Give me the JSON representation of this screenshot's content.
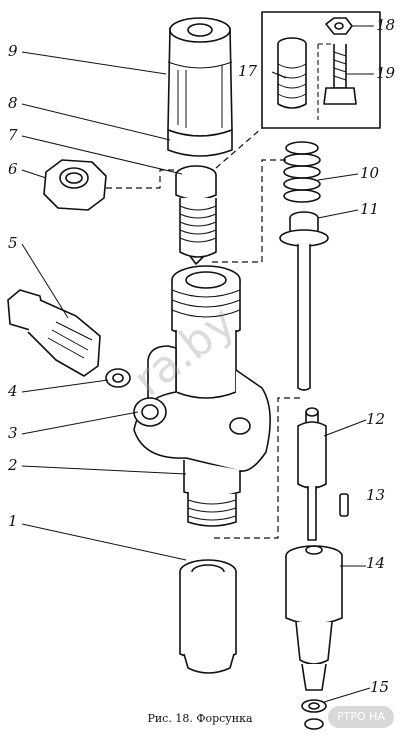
{
  "figure": {
    "caption": "Рис. 18. Форсунка",
    "watermark_text": "ra.by",
    "watermark_logo_text": "РТРО НА"
  },
  "callouts": {
    "c1": "1",
    "c2": "2",
    "c3": "3",
    "c4": "4",
    "c5": "5",
    "c6": "6",
    "c7": "7",
    "c8": "8",
    "c9": "9",
    "c10": "10",
    "c11": "11",
    "c12": "12",
    "c13": "13",
    "c14": "14",
    "c15a": "15",
    "c15b": "15",
    "c17": "17",
    "c18": "18",
    "c19": "19"
  },
  "colors": {
    "ink": "#111111",
    "paper": "#ffffff",
    "watermark": "#9a9a9a"
  }
}
